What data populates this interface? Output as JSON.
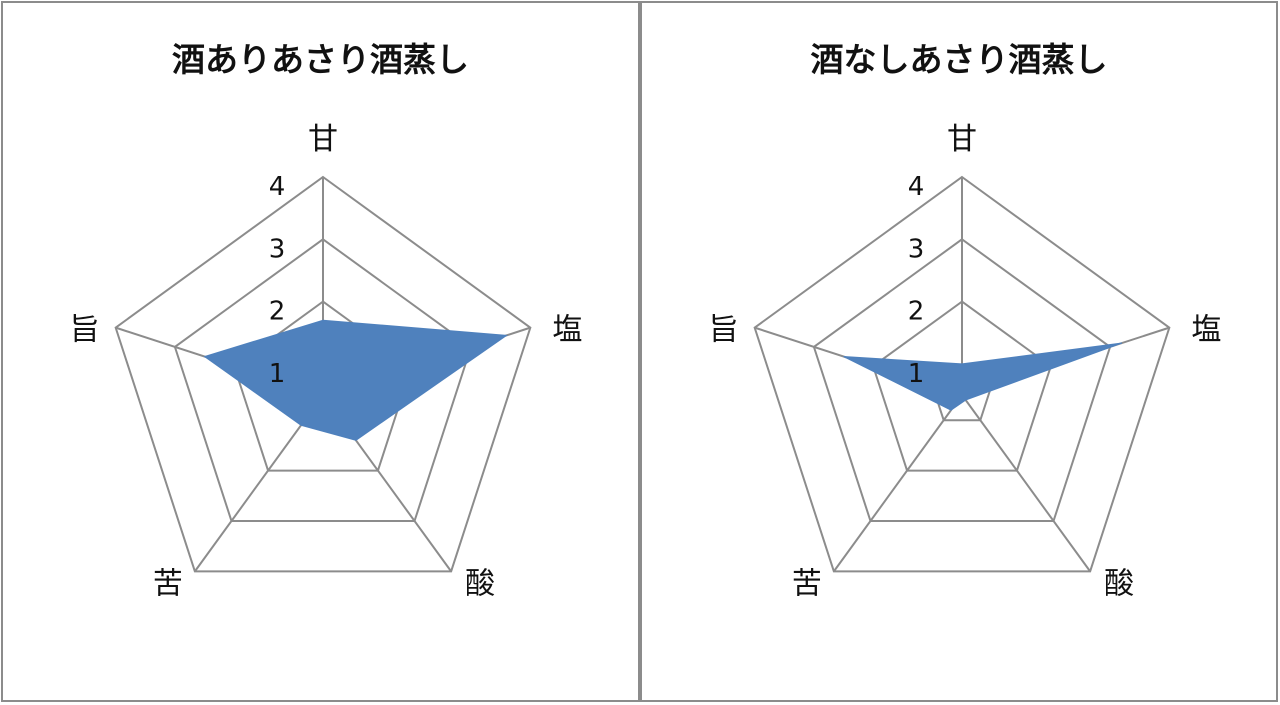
{
  "chart_data": [
    {
      "type": "radar",
      "title": "酒ありあさり酒蒸し",
      "categories": [
        "甘",
        "塩",
        "酸",
        "苦",
        "旨"
      ],
      "ticks": [
        "1",
        "2",
        "3",
        "4"
      ],
      "rmin": 0.5,
      "rmax": 4,
      "values": [
        1.7,
        3.6,
        1.4,
        1.1,
        2.5
      ],
      "fill_color": "#4f81bd",
      "grid_color": "#8c8c8c"
    },
    {
      "type": "radar",
      "title": "酒なしあさり酒蒸し",
      "categories": [
        "甘",
        "塩",
        "酸",
        "苦",
        "旨"
      ],
      "ticks": [
        "1",
        "2",
        "3",
        "4"
      ],
      "rmin": 0.5,
      "rmax": 4,
      "values": [
        1.0,
        3.2,
        0.6,
        0.8,
        2.5
      ],
      "fill_color": "#4f81bd",
      "grid_color": "#8c8c8c"
    }
  ]
}
